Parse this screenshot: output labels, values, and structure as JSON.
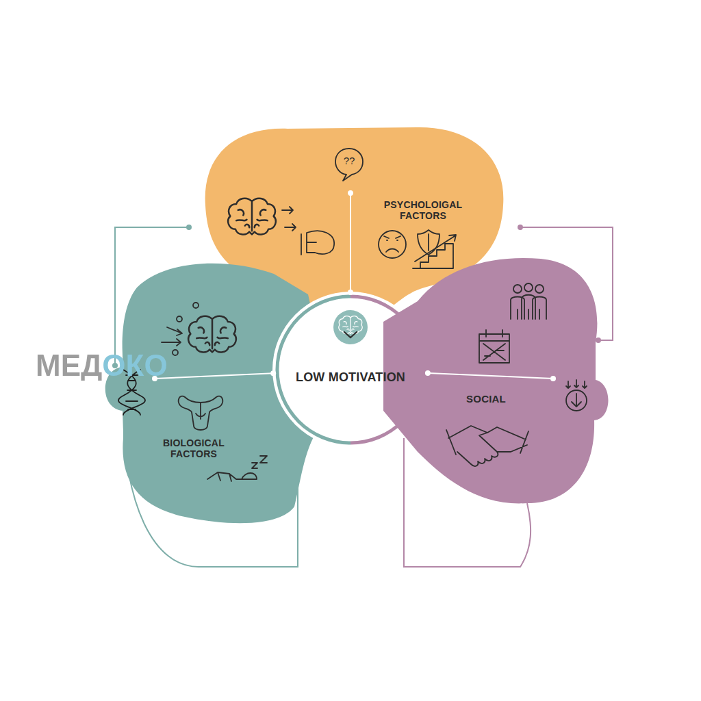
{
  "diagram": {
    "nodes": [
      {
        "text": [
          "PSYCHOLOIGAL FACTORS"
        ]
      },
      {
        "text": [
          "BIOLOGICAL FACTORS"
        ]
      },
      {
        "text": [
          "LOW MOTIVATION"
        ]
      },
      {
        "text": [
          "SOCIAL"
        ]
      }
    ],
    "edges": [
      {
        "from": 0,
        "to": 2,
        "arrow": "none"
      },
      {
        "from": 1,
        "to": 2,
        "arrow": "none"
      },
      {
        "from": 3,
        "to": 2,
        "arrow": "none"
      },
      {
        "from": 0,
        "to": 1,
        "arrow": "none"
      },
      {
        "from": 0,
        "to": 3,
        "arrow": "none"
      }
    ],
    "labels": [
      "??",
      "МЕДОКО"
    ]
  }
}
